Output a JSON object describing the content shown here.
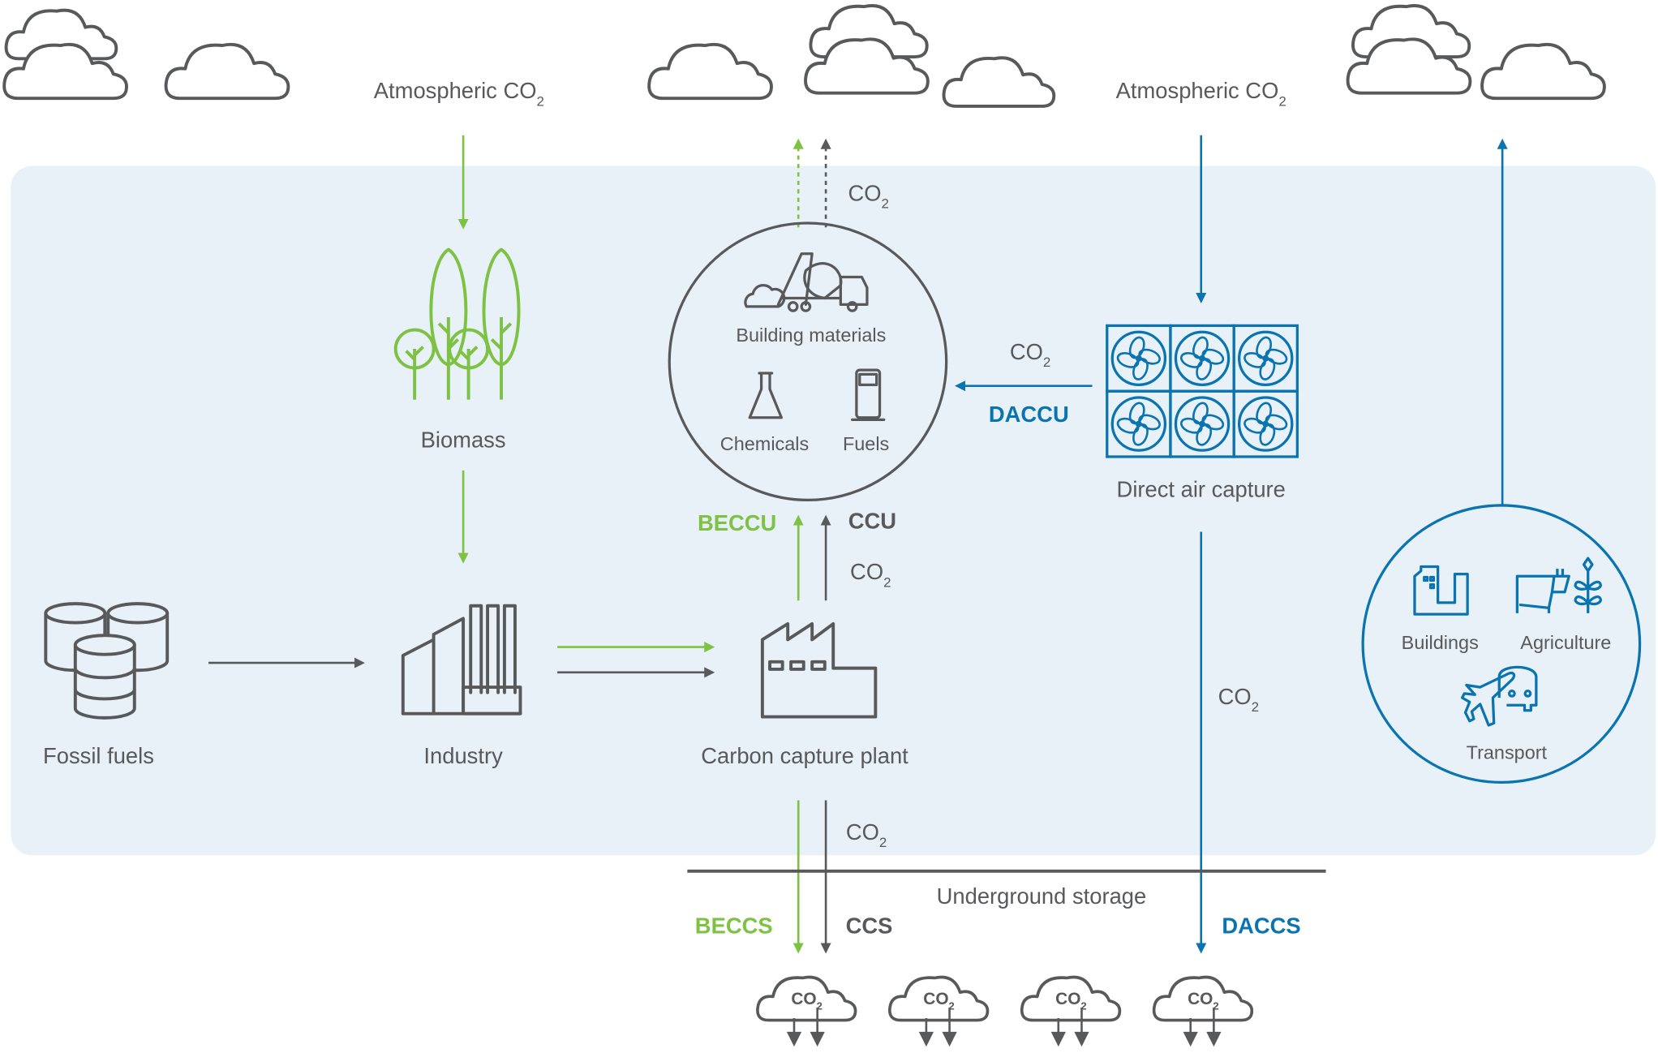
{
  "colors": {
    "green": "#7dc242",
    "grey": "#58595b",
    "blue": "#0a74b0",
    "panel": "#e8f0f8"
  },
  "atmosphere": {
    "left": {
      "main": "Atmospheric CO",
      "sub": "2"
    },
    "right": {
      "main": "Atmospheric CO",
      "sub": "2"
    }
  },
  "nodes": {
    "biomass": "Biomass",
    "fossil_fuels": "Fossil fuels",
    "industry": "Industry",
    "plant": "Carbon capture plant",
    "dac": "Direct air capture",
    "building_materials": "Building materials",
    "chemicals": "Chemicals",
    "fuels": "Fuels",
    "buildings": "Buildings",
    "agriculture": "Agriculture",
    "transport": "Transport",
    "storage": "Underground storage"
  },
  "co2": {
    "main": "CO",
    "sub": "2"
  },
  "pathways": {
    "beccu": "BECCU",
    "ccu": "CCU",
    "daccu": "DACCU",
    "beccs": "BECCS",
    "ccs": "CCS",
    "daccs": "DACCS"
  },
  "icons": [
    "cloud-icon",
    "trees-icon",
    "barrels-icon",
    "industry-icon",
    "factory-icon",
    "cement-truck-icon",
    "flask-icon",
    "fuel-pump-icon",
    "fan-icon",
    "buildings-icon",
    "cow-icon",
    "wheat-icon",
    "airplane-icon",
    "bus-icon"
  ]
}
